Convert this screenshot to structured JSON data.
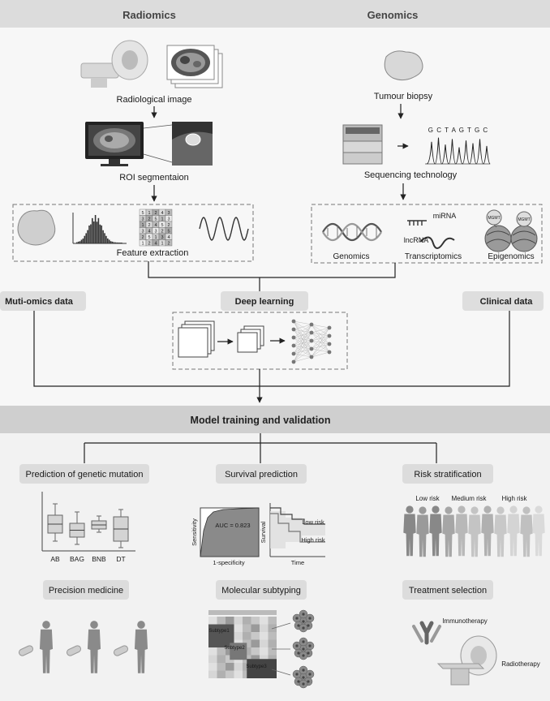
{
  "header": {
    "left": "Radiomics",
    "right": "Genomics"
  },
  "radiomics": {
    "image_label": "Radiological image",
    "roi_label": "ROI segmentaion",
    "feature_label": "Feature extraction",
    "matrix": [
      [
        "5",
        "1",
        "2",
        "4",
        "3"
      ],
      [
        "3",
        "2",
        "5",
        "1",
        "3"
      ],
      [
        "1",
        "2",
        "4",
        "5",
        "2"
      ],
      [
        "3",
        "4",
        "3",
        "2",
        "5"
      ],
      [
        "2",
        "5",
        "1",
        "3",
        "4"
      ],
      [
        "1",
        "2",
        "4",
        "1",
        "2"
      ]
    ]
  },
  "genomics": {
    "biopsy_label": "Tumour biopsy",
    "sequence": "G C T A G T G C",
    "sequencing_label": "Sequencing technology",
    "omics": [
      "Genomics",
      "Transcriptomics",
      "Epigenomics"
    ],
    "mirna": "miRNA",
    "lncrna": "lncRNA",
    "mgmt": "MGMT"
  },
  "middle": {
    "multiomics": "Muti-omics data",
    "deep_learning": "Deep learning",
    "clinical": "Clinical data"
  },
  "training": {
    "label": "Model training and validation"
  },
  "outputs": {
    "mutation": {
      "label": "Prediction of genetic mutation",
      "categories": [
        "AB",
        "BAG",
        "BNB",
        "DT"
      ]
    },
    "survival": {
      "label": "Survival prediction",
      "auc": "AUC = 0.823",
      "sensitivity": "Sensitivity",
      "specificity": "1-specificity",
      "survival_axis": "Survival",
      "time_axis": "Time",
      "low_risk": "Low risk",
      "high_risk": "High risk"
    },
    "risk": {
      "label": "Risk stratification",
      "low": "Low risk",
      "medium": "Medium risk",
      "high": "High risk"
    },
    "precision": {
      "label": "Precision medicine"
    },
    "subtyping": {
      "label": "Molecular subtyping",
      "subtypes": [
        "Subtype1",
        "Subtype2",
        "Subtype3"
      ]
    },
    "treatment": {
      "label": "Treatment selection",
      "immunotherapy": "Immunotherapy",
      "radiotherapy": "Radiotherapy"
    }
  }
}
